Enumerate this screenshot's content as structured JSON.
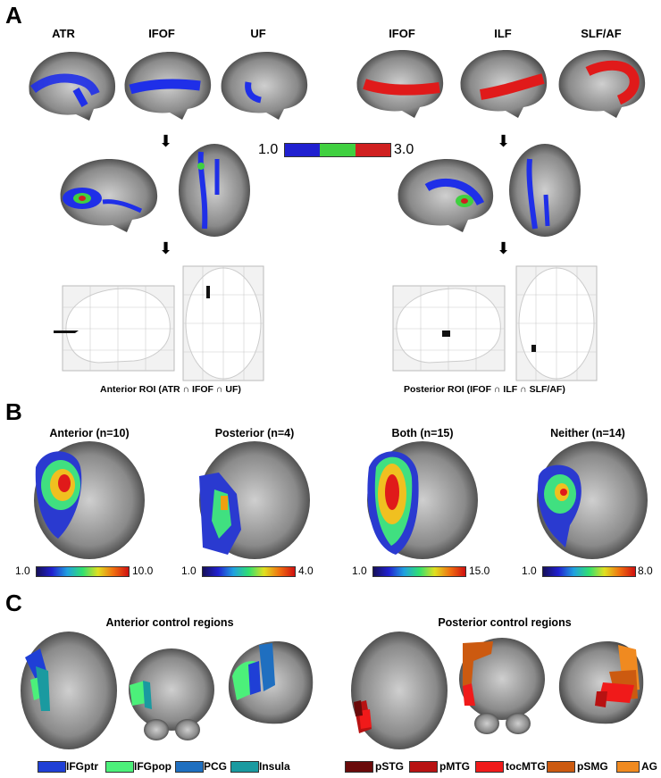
{
  "panels": {
    "a": "A",
    "b": "B",
    "c": "C"
  },
  "panelA": {
    "left_tracts": [
      "ATR",
      "IFOF",
      "UF"
    ],
    "right_tracts": [
      "IFOF",
      "ILF",
      "SLF/AF"
    ],
    "scale_min": "1.0",
    "scale_max": "3.0",
    "scale_colors": [
      "#2020d0",
      "#40d040",
      "#d02020"
    ],
    "anterior_caption": "Anterior ROI (ATR ∩ IFOF ∩ UF)",
    "posterior_caption": "Posterior ROI (IFOF ∩ ILF ∩ SLF/AF)",
    "left_tract_color": "#1f2fe8",
    "right_tract_color": "#e01a1a"
  },
  "panelB": {
    "groups": [
      {
        "title": "Anterior (n=10)",
        "min": "1.0",
        "max": "10.0"
      },
      {
        "title": "Posterior (n=4)",
        "min": "1.0",
        "max": "4.0"
      },
      {
        "title": "Both (n=15)",
        "min": "1.0",
        "max": "15.0"
      },
      {
        "title": "Neither (n=14)",
        "min": "1.0",
        "max": "8.0"
      }
    ]
  },
  "panelC": {
    "anterior_title": "Anterior control regions",
    "posterior_title": "Posterior control regions",
    "anterior_legend": [
      {
        "label": "IFGptr",
        "color": "#1f3fd6"
      },
      {
        "label": "IFGpop",
        "color": "#4cf07a"
      },
      {
        "label": "PCG",
        "color": "#1f6fc0"
      },
      {
        "label": "Insula",
        "color": "#1a9aa0"
      }
    ],
    "posterior_legend": [
      {
        "label": "pSTG",
        "color": "#6a0a0a"
      },
      {
        "label": "pMTG",
        "color": "#b81212"
      },
      {
        "label": "tocMTG",
        "color": "#f01a1a"
      },
      {
        "label": "pSMG",
        "color": "#cc5a10"
      },
      {
        "label": "AG",
        "color": "#f08a20"
      }
    ]
  }
}
